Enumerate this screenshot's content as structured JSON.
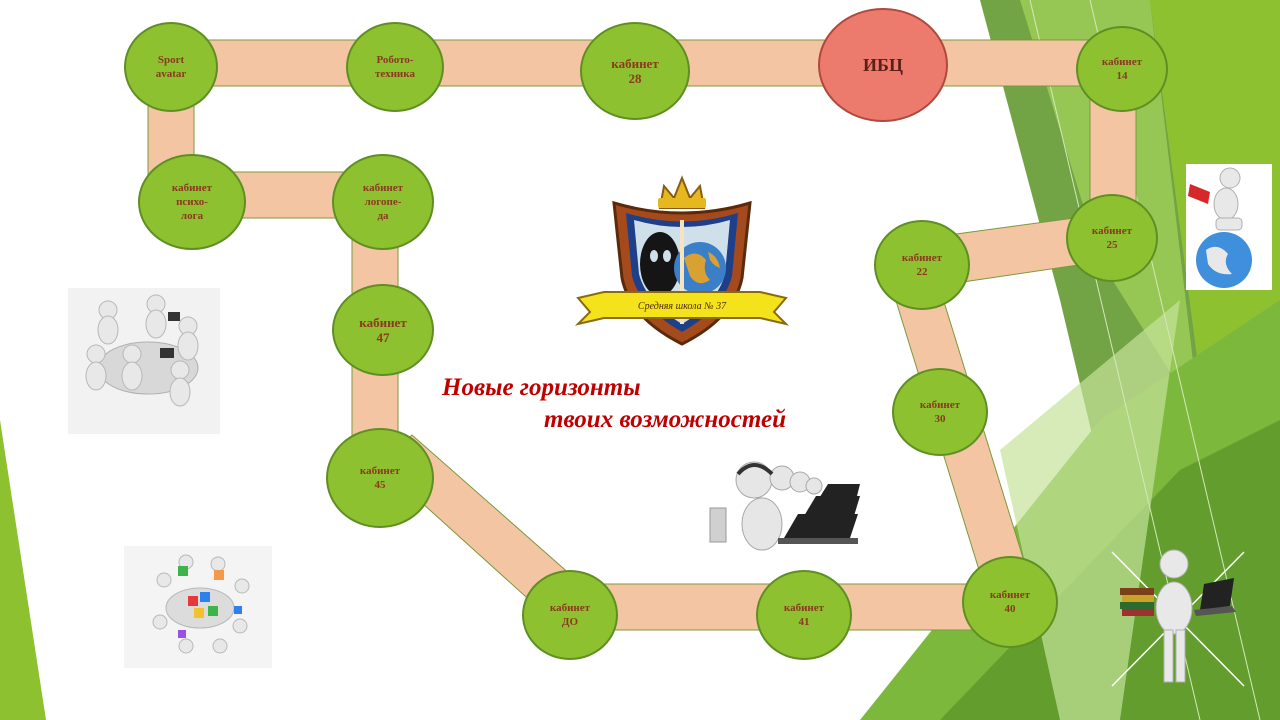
{
  "nodes": {
    "sport": "Sport\navatar",
    "robot": "Робото-\nтехника",
    "k28": "кабинет\n28",
    "ibc": "ИБЦ",
    "k14": "кабинет\n14",
    "psych": "кабинет\nпсихо-\nлога",
    "logo": "кабинет\nлогопе-\nда",
    "k47": "кабинет\n47",
    "k45": "кабинет\n45",
    "do": "кабинет\nДО",
    "k41": "кабинет\n41",
    "k40": "кабинет\n40",
    "k30": "кабинет\n30",
    "k22": "кабинет\n22",
    "k25": "кабинет\n25"
  },
  "slogan": {
    "line1": "Новые горизонты",
    "line2": "твоих  возможностей"
  },
  "emblem": {
    "ribbon_text": "Средняя школа № 37"
  },
  "colors": {
    "node_fill": "#8dc12f",
    "hub_fill": "#ec7b6e",
    "path_fill": "#f4c5a3",
    "slogan_text": "#c00000"
  }
}
